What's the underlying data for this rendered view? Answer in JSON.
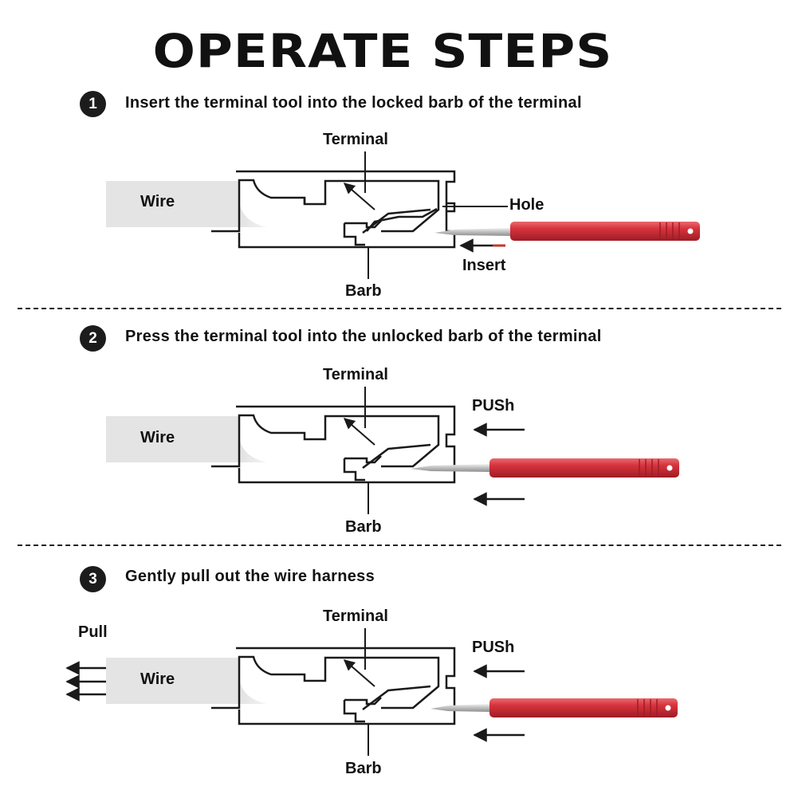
{
  "title": "OPERATE STEPS",
  "steps": [
    {
      "number": "1",
      "text": "Insert the terminal tool into the locked barb of the terminal",
      "labels": {
        "wire": "Wire",
        "terminal": "Terminal",
        "barb": "Barb",
        "hole": "Hole",
        "insert": "Insert"
      }
    },
    {
      "number": "2",
      "text": "Press the terminal tool into the unlocked barb of the terminal",
      "labels": {
        "wire": "Wire",
        "terminal": "Terminal",
        "barb": "Barb",
        "push": "PUSh"
      }
    },
    {
      "number": "3",
      "text": "Gently pull out the wire harness",
      "labels": {
        "wire": "Wire",
        "terminal": "Terminal",
        "barb": "Barb",
        "push": "PUSh",
        "pull": "Pull"
      }
    }
  ],
  "colors": {
    "tool_handle": "#d8343e",
    "tool_shaft": "#c9c9c9",
    "wire_fill": "#e3e3e3",
    "line": "#1a1a1a",
    "insert_arrow": "#c0392b"
  }
}
